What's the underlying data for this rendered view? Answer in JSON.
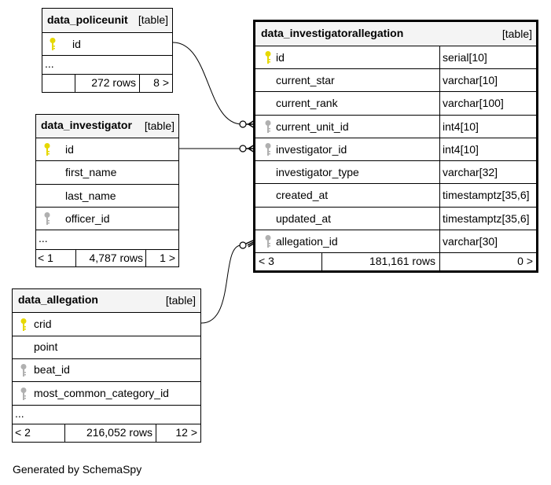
{
  "tables": {
    "policeunit": {
      "name": "data_policeunit",
      "type": "[table]",
      "columns": [
        {
          "name": "id",
          "key": "primary"
        }
      ],
      "more": "...",
      "footer": {
        "left": "",
        "rows": "272 rows",
        "right": "8 >"
      }
    },
    "investigator": {
      "name": "data_investigator",
      "type": "[table]",
      "columns": [
        {
          "name": "id",
          "key": "primary"
        },
        {
          "name": "first_name",
          "key": ""
        },
        {
          "name": "last_name",
          "key": ""
        },
        {
          "name": "officer_id",
          "key": "foreign"
        }
      ],
      "more": "...",
      "footer": {
        "left": "< 1",
        "rows": "4,787 rows",
        "right": "1 >"
      }
    },
    "allegation": {
      "name": "data_allegation",
      "type": "[table]",
      "columns": [
        {
          "name": "crid",
          "key": "primary"
        },
        {
          "name": "point",
          "key": ""
        },
        {
          "name": "beat_id",
          "key": "foreign"
        },
        {
          "name": "most_common_category_id",
          "key": "foreign"
        }
      ],
      "more": "...",
      "footer": {
        "left": "< 2",
        "rows": "216,052 rows",
        "right": "12 >"
      }
    },
    "investigatorallegation": {
      "name": "data_investigatorallegation",
      "type": "[table]",
      "columns": [
        {
          "name": "id",
          "key": "primary",
          "datatype": "serial[10]"
        },
        {
          "name": "current_star",
          "key": "",
          "datatype": "varchar[10]"
        },
        {
          "name": "current_rank",
          "key": "",
          "datatype": "varchar[100]"
        },
        {
          "name": "current_unit_id",
          "key": "foreign",
          "datatype": "int4[10]"
        },
        {
          "name": "investigator_id",
          "key": "foreign",
          "datatype": "int4[10]"
        },
        {
          "name": "investigator_type",
          "key": "",
          "datatype": "varchar[32]"
        },
        {
          "name": "created_at",
          "key": "",
          "datatype": "timestamptz[35,6]"
        },
        {
          "name": "updated_at",
          "key": "",
          "datatype": "timestamptz[35,6]"
        },
        {
          "name": "allegation_id",
          "key": "foreign",
          "datatype": "varchar[30]"
        }
      ],
      "footer": {
        "left": "< 3",
        "rows": "181,161 rows",
        "right": "0 >"
      }
    }
  },
  "relationships": [
    {
      "from": "data_policeunit.id",
      "to": "data_investigatorallegation.current_unit_id"
    },
    {
      "from": "data_investigator.id",
      "to": "data_investigatorallegation.investigator_id"
    },
    {
      "from": "data_allegation.crid",
      "to": "data_investigatorallegation.allegation_id"
    }
  ],
  "colors": {
    "primary_key": "#e6d800",
    "foreign_key": "#b0b0b0",
    "header_bg": "#f4f4f4"
  },
  "generated_by": "Generated by SchemaSpy"
}
